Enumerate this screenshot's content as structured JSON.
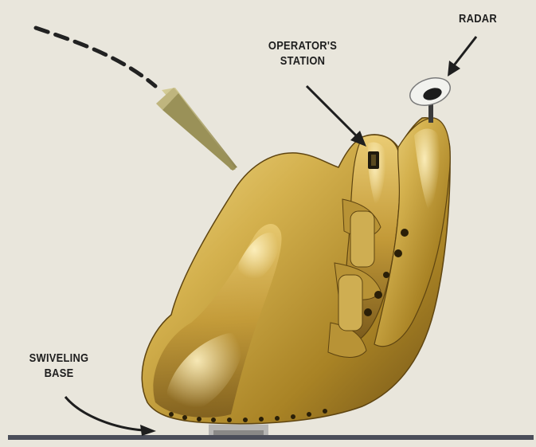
{
  "labels": {
    "radar": "RADAR",
    "operator_line1": "OPERATOR'S",
    "operator_line2": "STATION",
    "base_line1": "SWIVELING",
    "base_line2": "BASE"
  },
  "colors": {
    "background": "#e9e6dc",
    "glove_gold": "#c9a544",
    "glove_shadow": "#7a5a1c",
    "glove_highlight": "#f3dc8c",
    "ground": "#4b4e5a",
    "ink": "#1e1e1e"
  },
  "icons": [
    "baseball-glove-illustration",
    "projectile-illustration",
    "radar-dish-icon",
    "pointer-arrow"
  ]
}
